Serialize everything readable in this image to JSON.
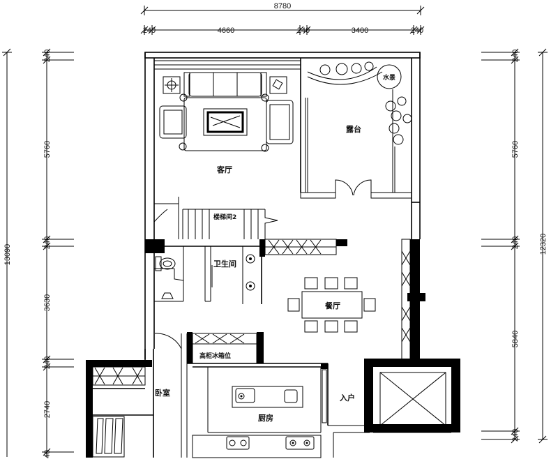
{
  "dimensions": {
    "top_total": "8780",
    "top_segments": [
      "240",
      "4660",
      "240",
      "3400",
      "240"
    ],
    "left_total": "13090",
    "left_segments": [
      "240",
      "5760",
      "240",
      "3630",
      "240",
      "2740",
      "40"
    ],
    "right_total": "12320",
    "right_segments": [
      "240",
      "5760",
      "240",
      "5840",
      "240"
    ]
  },
  "rooms": {
    "living": "客厅",
    "terrace": "露台",
    "water": "水景",
    "stair": "楼梯间2",
    "bath": "卫生间",
    "dining": "餐厅",
    "bedroom": "卧室",
    "kitchen": "厨房",
    "entry": "入户",
    "cabinet": "高柜冰箱位"
  }
}
